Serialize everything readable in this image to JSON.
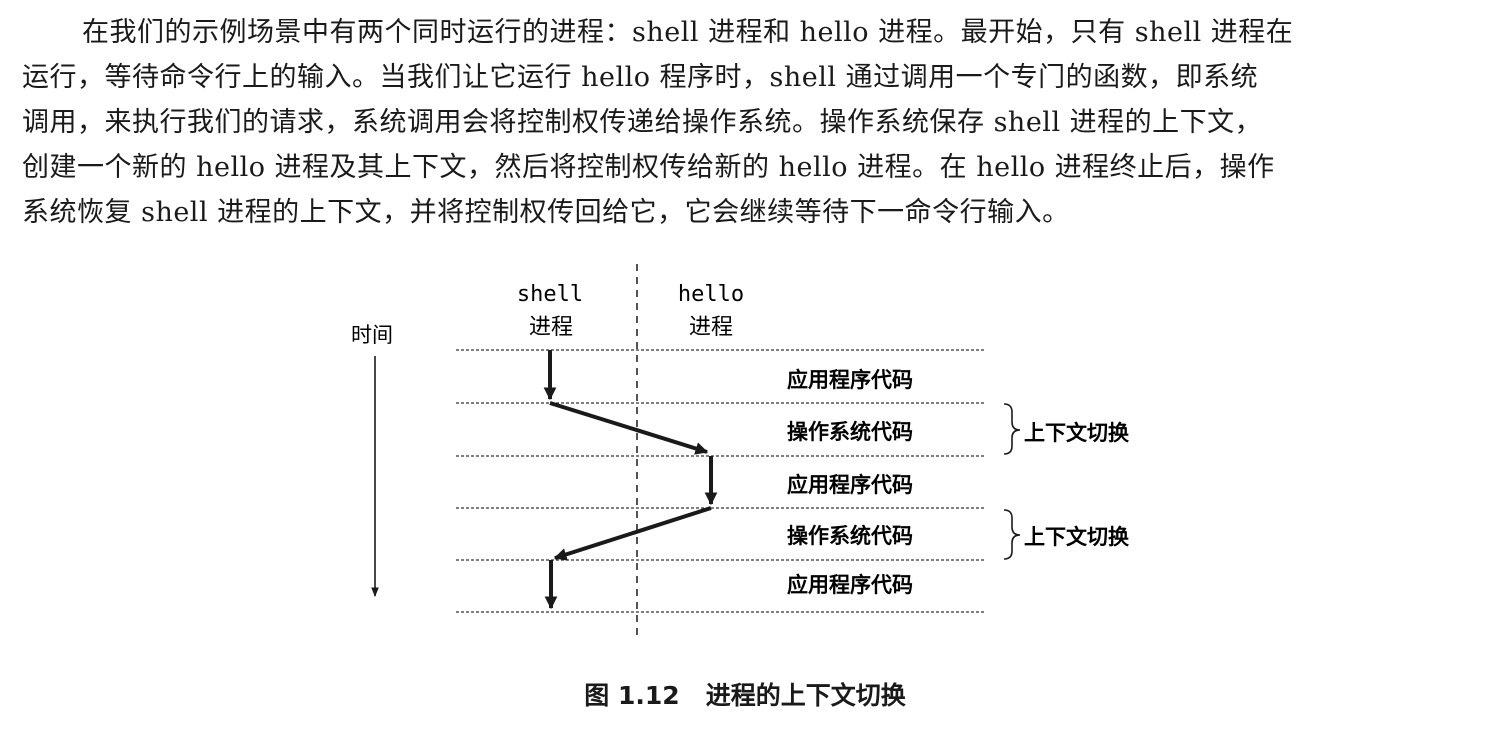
{
  "paragraph": {
    "lines": [
      "在我们的示例场景中有两个同时运行的进程：shell 进程和 hello 进程。最开始，只有 shell 进程在",
      "运行，等待命令行上的输入。当我们让它运行 hello 程序时，shell 通过调用一个专门的函数，即系统",
      "调用，来执行我们的请求，系统调用会将控制权传递给操作系统。操作系统保存 shell 进程的上下文，",
      "创建一个新的 hello 进程及其上下文，然后将控制权传给新的 hello 进程。在 hello 进程终止后，操作",
      "系统恢复 shell 进程的上下文，并将控制权传回给它，它会继续等待下一命令行输入。"
    ]
  },
  "figure": {
    "time_label": "时间",
    "columns": [
      {
        "name": "shell",
        "sub": "进程"
      },
      {
        "name": "hello",
        "sub": "进程"
      }
    ],
    "bands": [
      {
        "label": "应用程序代码"
      },
      {
        "label": "操作系统代码",
        "note": "上下文切换"
      },
      {
        "label": "应用程序代码"
      },
      {
        "label": "操作系统代码",
        "note": "上下文切换"
      },
      {
        "label": "应用程序代码"
      }
    ]
  },
  "caption": "图 1.12   进程的上下文切换"
}
